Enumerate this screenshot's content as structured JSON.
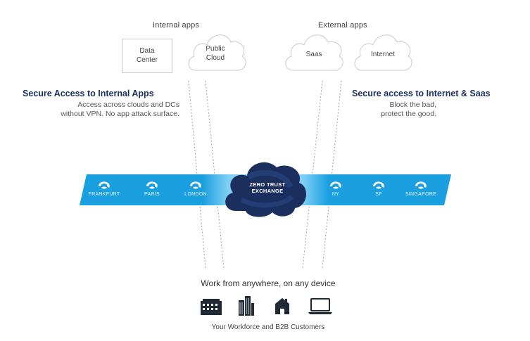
{
  "groups": {
    "internal": "Internal apps",
    "external": "External apps"
  },
  "apps": {
    "data_center": "Data\nCenter",
    "public_cloud": "Public\nCloud",
    "saas": "Saas",
    "internet": "Internet"
  },
  "left_panel": {
    "heading": "Secure Access to Internal Apps",
    "desc_line1": "Access across clouds and DCs",
    "desc_line2": "without VPN. No app attack surface."
  },
  "right_panel": {
    "heading": "Secure access to Internet & Saas",
    "desc_line1": "Block the bad,",
    "desc_line2": "protect the good."
  },
  "exchange": {
    "line1": "ZERO TRUST",
    "line2": "EXCHANGE"
  },
  "cities": [
    "FRANKFURT",
    "PARIS",
    "LONDON",
    "NY",
    "SF",
    "SINGAPORE"
  ],
  "bottom": {
    "caption": "Work from anywhere, on any device",
    "footer": "Your Workforce and B2B Customers"
  },
  "devices": [
    "office-building-icon",
    "skyscraper-icon",
    "home-icon",
    "laptop-icon"
  ],
  "colors": {
    "band_blue": "#1a9fe0",
    "band_light": "#7fd0f5",
    "exchange_navy": "#1b2f5e",
    "heading": "#1b2f5e"
  }
}
